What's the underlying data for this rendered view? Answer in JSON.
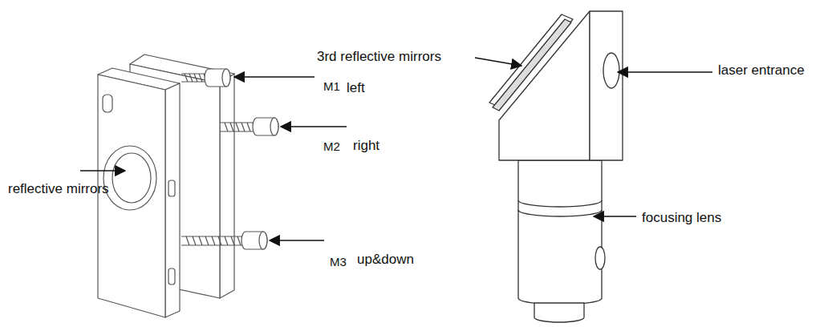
{
  "diagram": {
    "labels": [
      "3rd reflective mirrors",
      "laser entrance",
      "M1",
      "left",
      "M2",
      "right",
      "reflective mirrors",
      "focusing lens",
      "M3",
      "up&down"
    ]
  }
}
